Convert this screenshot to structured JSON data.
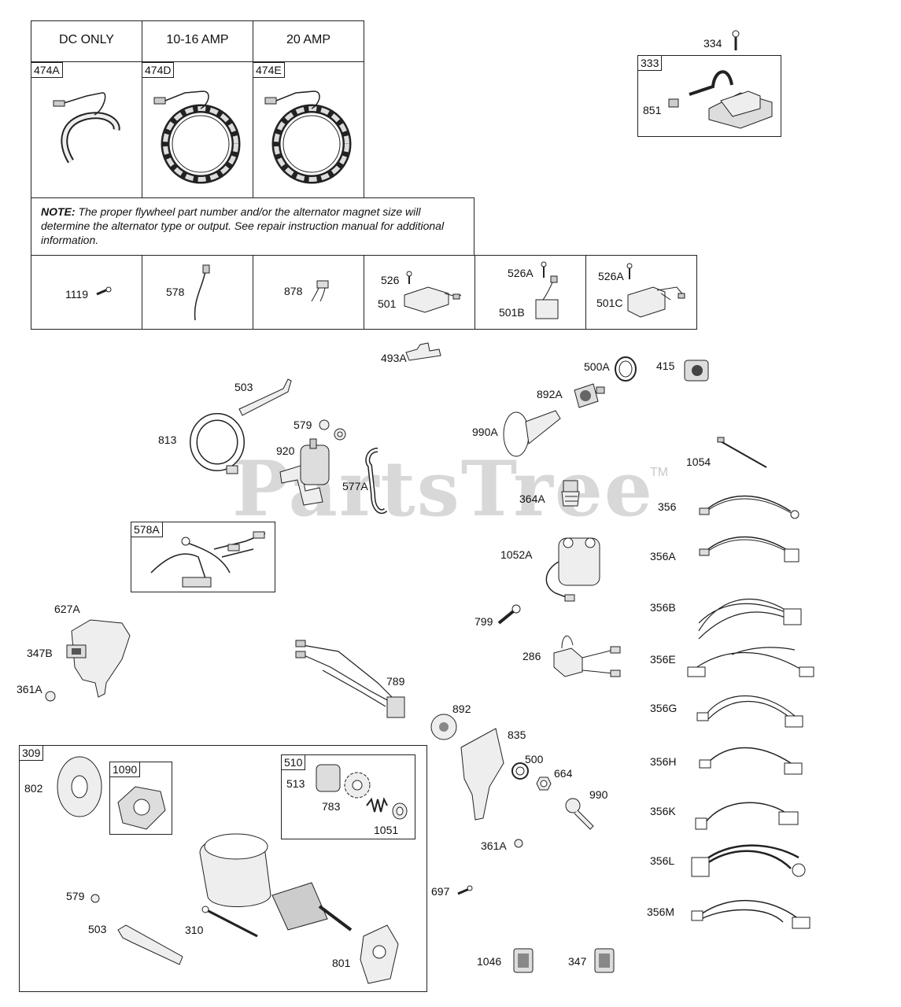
{
  "watermark": {
    "text": "PartsTree",
    "tm": "TM"
  },
  "top_table": {
    "headers": [
      "DC ONLY",
      "10-16 AMP",
      "20 AMP"
    ],
    "tags": [
      "474A",
      "474D",
      "474E"
    ],
    "note_label": "NOTE:",
    "note_text": "The proper flywheel part number and/or the alternator magnet size will determine the alternator type or output. See repair instruction manual for additional information.",
    "row_parts": [
      "1119",
      "578",
      "878",
      "526",
      "501",
      "526A",
      "501B",
      "526A",
      "501C"
    ]
  },
  "box_333": {
    "tag": "333",
    "labels": [
      "334",
      "851"
    ]
  },
  "box_578A": {
    "tag": "578A"
  },
  "box_309": {
    "tag": "309",
    "sub_1090": "1090",
    "sub_510": "510"
  },
  "labels": {
    "p493A": "493A",
    "p500A": "500A",
    "p415": "415",
    "p503a": "503",
    "p892A": "892A",
    "p990A": "990A",
    "p813": "813",
    "p579a": "579",
    "p920": "920",
    "p577A": "577A",
    "p1054": "1054",
    "p364A": "364A",
    "p356": "356",
    "p356A": "356A",
    "p1052A": "1052A",
    "p356B": "356B",
    "p627A": "627A",
    "p347B": "347B",
    "p799": "799",
    "p286": "286",
    "p356E": "356E",
    "p361Aa": "361A",
    "p789": "789",
    "p892": "892",
    "p356G": "356G",
    "p835": "835",
    "p500": "500",
    "p664": "664",
    "p356H": "356H",
    "p990": "990",
    "p802": "802",
    "p513": "513",
    "p783": "783",
    "p1051": "1051",
    "p356K": "356K",
    "p361Ab": "361A",
    "p356L": "356L",
    "p697": "697",
    "p579b": "579",
    "p503b": "503",
    "p310": "310",
    "p356M": "356M",
    "p801": "801",
    "p1046": "1046",
    "p347": "347"
  }
}
